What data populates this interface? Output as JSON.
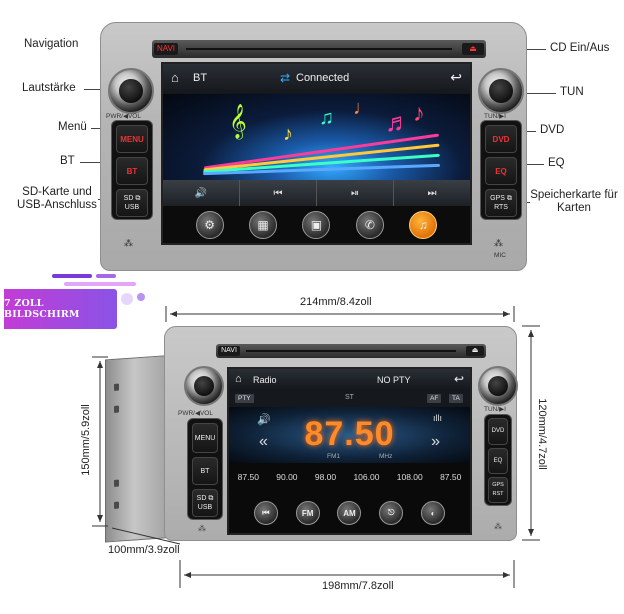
{
  "callouts": {
    "navigation": "Navigation",
    "lautstaerke": "Lautstärke",
    "menu": "Menü",
    "bt": "BT",
    "sd_usb": "SD-Karte und USB-Anschluss",
    "cd": "CD Ein/Aus",
    "tun": "TUN",
    "dvd": "DVD",
    "eq": "EQ",
    "speicherkarte": "Speicherkarte für Karten"
  },
  "device_top": {
    "navi_button": "NAVI",
    "eject_glyph": "⏏",
    "pwr_vol_label": "PWR/◀VOL",
    "tun_label": "TUN/▶I",
    "left_buttons": [
      "MENU",
      "BT",
      "SD ⧉ USB"
    ],
    "right_buttons": [
      "DVD",
      "EQ",
      "GPS ⧉ RTS"
    ],
    "mic_label": "MIC",
    "screen": {
      "home_icon": "home-icon",
      "source": "BT",
      "status": "Connected",
      "status_glyph": "⇄",
      "back_glyph": "↩",
      "controls": [
        "🔊",
        "⏮",
        "⏯",
        "⏭"
      ],
      "dock_icons": [
        "⚙",
        "▦",
        "▣",
        "✆",
        "♫"
      ],
      "note_glyphs": [
        "𝄞",
        "♪",
        "♫",
        "♩",
        "♬",
        "♪"
      ]
    }
  },
  "banner": {
    "text": "7 ZOLL BILDSCHIRM"
  },
  "device_bottom": {
    "navi_button": "NAVI",
    "eject_glyph": "⏏",
    "pwr_vol_label": "PWR/◀VOL",
    "tun_label": "TUN/▶I",
    "left_buttons": [
      "MENU",
      "BT",
      "SD ⧉ USB"
    ],
    "right_buttons": [
      "DVD",
      "EQ",
      "GPS RST"
    ],
    "screen": {
      "source": "Radio",
      "pty_status": "NO PTY",
      "back_glyph": "↩",
      "pty_chip": "PTY",
      "st_label": "ST",
      "af_chip": "AF",
      "ta_chip": "TA",
      "frequency": "87.50",
      "band": "FM1",
      "unit": "MHz",
      "left_arrow": "«",
      "right_arrow": "»",
      "presets": [
        "87.50",
        "90.00",
        "98.00",
        "106.00",
        "108.00",
        "87.50"
      ],
      "dock_labels": [
        "⏮",
        "FM",
        "AM",
        "⎋",
        "◐"
      ]
    }
  },
  "dimensions": {
    "width_front": "214mm/8.4zoll",
    "width_back": "198mm/7.8zoll",
    "height_front": "120mm/4.7zoll",
    "height_back": "150mm/5.9zoll",
    "depth": "100mm/3.9zoll"
  }
}
